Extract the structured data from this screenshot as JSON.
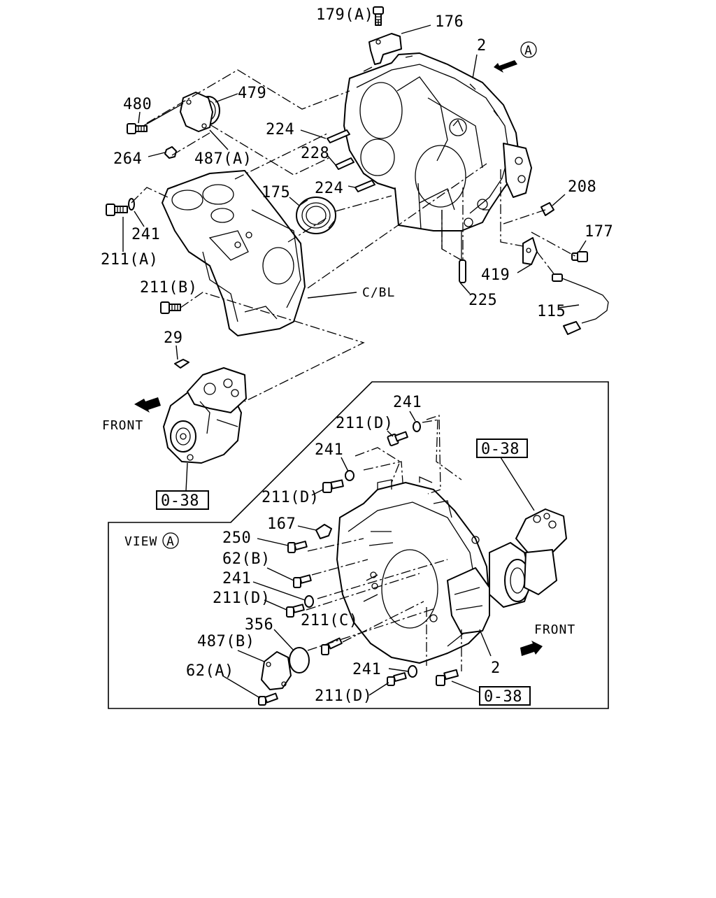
{
  "labels": {
    "l179a": "179(A)",
    "l176": "176",
    "l2_top": "2",
    "lA_circle": "A",
    "l480": "480",
    "l479": "479",
    "l224_a": "224",
    "l264": "264",
    "l487a": "487(A)",
    "l228": "228",
    "l224_b": "224",
    "l175": "175",
    "l208": "208",
    "l177": "177",
    "l241_a": "241",
    "l211a": "211(A)",
    "l419": "419",
    "l211b": "211(B)",
    "lcbl": "C/BL",
    "l225": "225",
    "l115": "115",
    "l29": "29",
    "lfront_1": "FRONT",
    "l038_1": "0-38",
    "l241_b": "241",
    "l211d_a": "211(D)",
    "l241_c": "241",
    "l038_2": "0-38",
    "l211d_b": "211(D)",
    "l167": "167",
    "lview": "VIEW",
    "lview_A": "A",
    "l250": "250",
    "l62b": "62(B)",
    "l241_d": "241",
    "l211d_c": "211(D)",
    "l211c": "211(C)",
    "l356": "356",
    "l487b": "487(B)",
    "l62a": "62(A)",
    "l241_e": "241",
    "l211d_d": "211(D)",
    "lfront_2": "FRONT",
    "l2_bottom": "2",
    "l038_3": "0-38"
  }
}
